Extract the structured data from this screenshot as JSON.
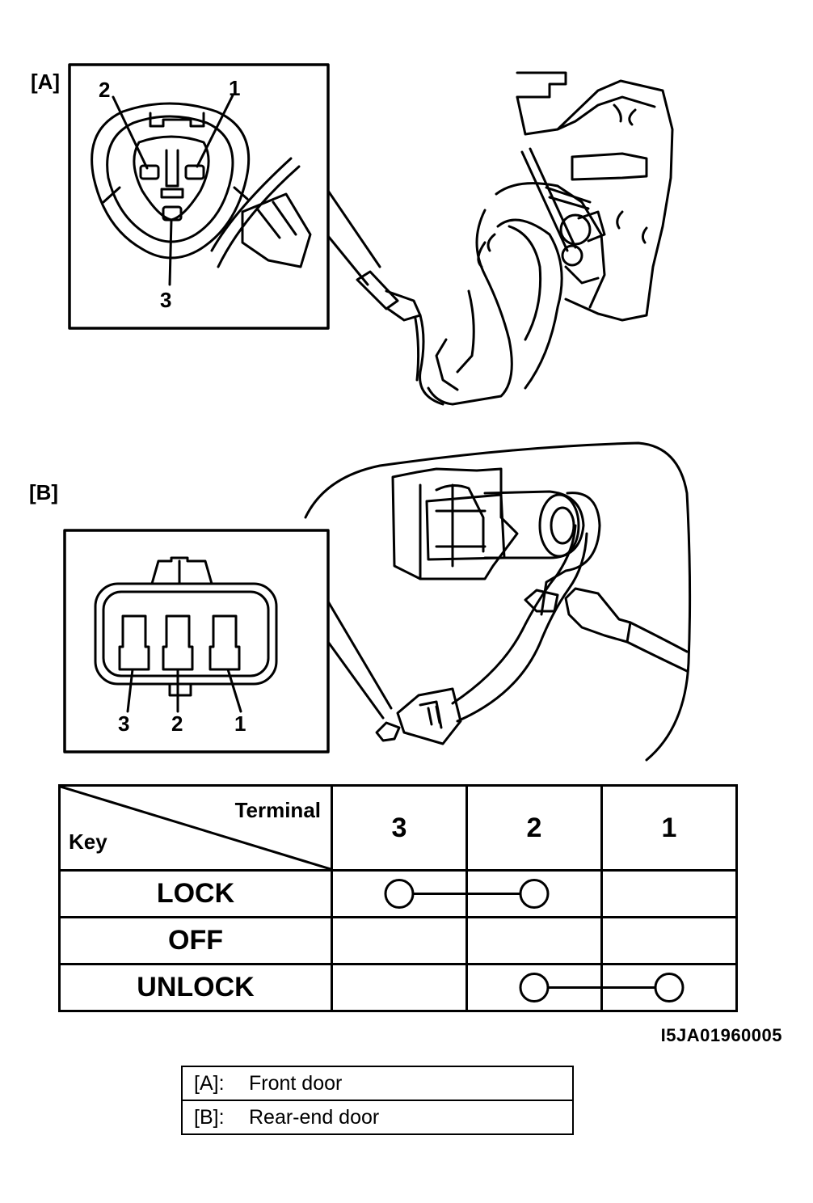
{
  "figure_a": {
    "label": "[A]",
    "pins": [
      "2",
      "1",
      "3"
    ]
  },
  "figure_b": {
    "label": "[B]",
    "pins": [
      "3",
      "2",
      "1"
    ]
  },
  "table": {
    "header_terminal": "Terminal",
    "header_key": "Key",
    "terminals": [
      "3",
      "2",
      "1"
    ],
    "rows": [
      {
        "key": "LOCK",
        "connected": [
          "3",
          "2"
        ]
      },
      {
        "key": "OFF",
        "connected": []
      },
      {
        "key": "UNLOCK",
        "connected": [
          "2",
          "1"
        ]
      }
    ]
  },
  "figure_code": "I5JA01960005",
  "legend": [
    {
      "tag": "[A]:",
      "text": "Front door"
    },
    {
      "tag": "[B]:",
      "text": "Rear-end door"
    }
  ]
}
